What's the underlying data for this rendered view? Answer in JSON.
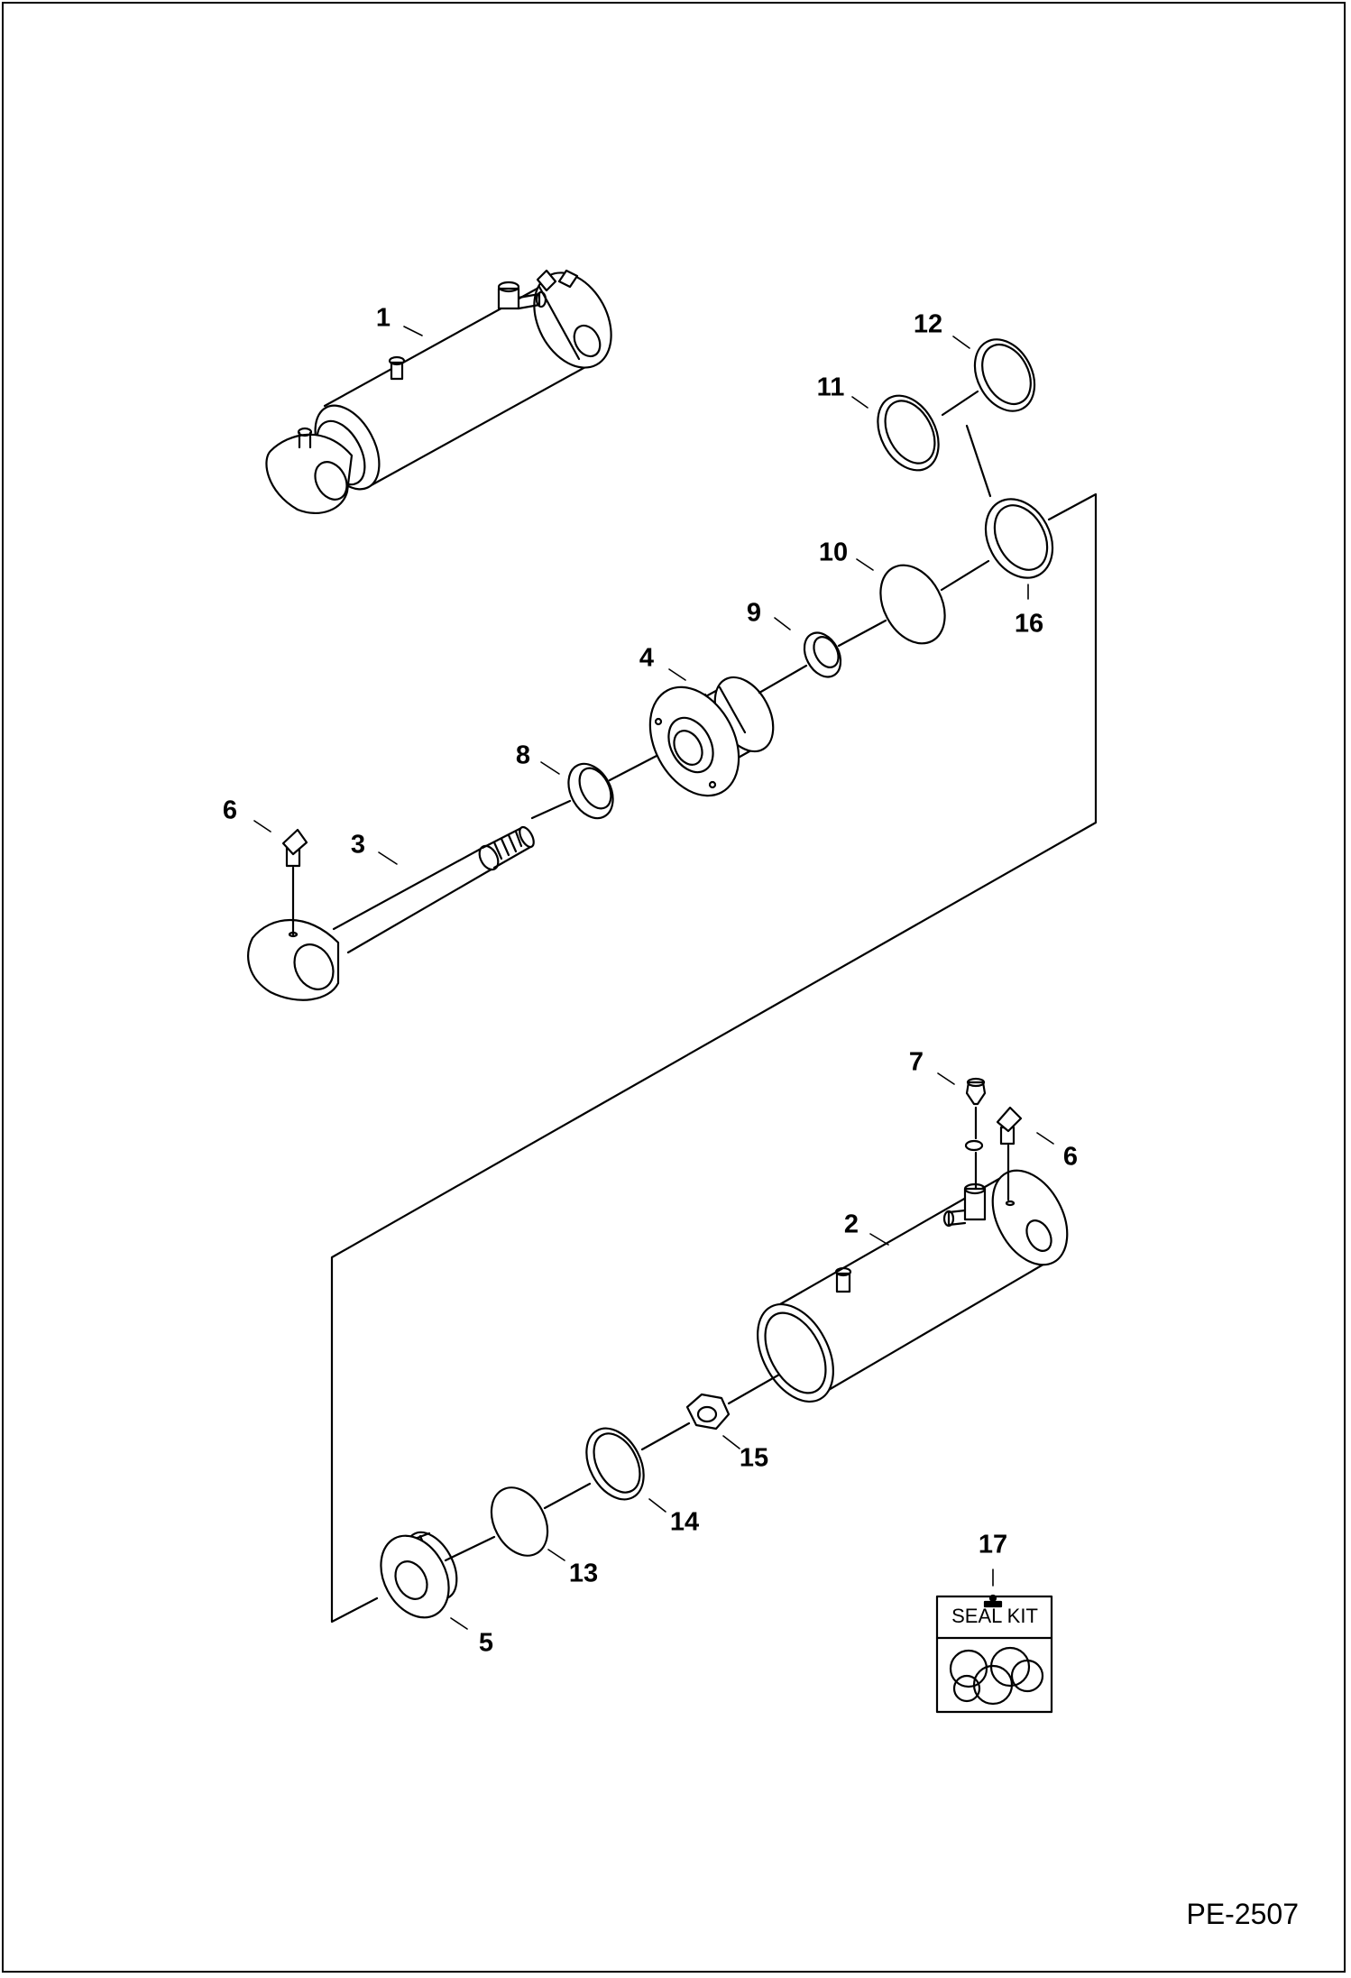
{
  "drawing_code": "PE-2507",
  "seal_kit_label": "SEAL KIT",
  "callouts": {
    "c1": "1",
    "c2": "2",
    "c3": "3",
    "c4": "4",
    "c5": "5",
    "c6a": "6",
    "c6b": "6",
    "c7": "7",
    "c8": "8",
    "c9": "9",
    "c10": "10",
    "c11": "11",
    "c12": "12",
    "c13": "13",
    "c14": "14",
    "c15": "15",
    "c16": "16",
    "c17": "17"
  },
  "colors": {
    "line": "#000000",
    "background": "#ffffff"
  }
}
